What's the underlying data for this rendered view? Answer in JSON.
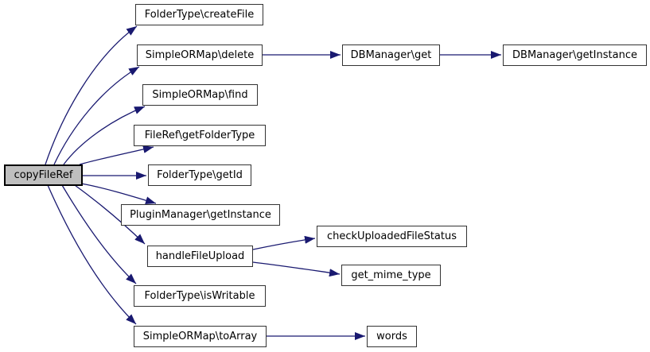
{
  "diagram": {
    "kind": "call-graph",
    "colors": {
      "background": "#ffffff",
      "edge": "#191970",
      "arrowhead": "#191970",
      "node_fill": "#ffffff",
      "node_border": "#333333",
      "root_fill": "#bfbfbf",
      "root_border": "#000000",
      "text": "#000000"
    },
    "root": "copyFileRef",
    "nodes": [
      {
        "id": "copyFileRef",
        "label": "copyFileRef",
        "root": true
      },
      {
        "id": "createFile",
        "label": "FolderType\\createFile"
      },
      {
        "id": "delete",
        "label": "SimpleORMap\\delete"
      },
      {
        "id": "dbGet",
        "label": "DBManager\\get"
      },
      {
        "id": "dbGetInstance",
        "label": "DBManager\\getInstance"
      },
      {
        "id": "find",
        "label": "SimpleORMap\\find"
      },
      {
        "id": "getFolderType",
        "label": "FileRef\\getFolderType"
      },
      {
        "id": "getId",
        "label": "FolderType\\getId"
      },
      {
        "id": "pluginGetInstance",
        "label": "PluginManager\\getInstance"
      },
      {
        "id": "handleFileUpload",
        "label": "handleFileUpload"
      },
      {
        "id": "checkUploadedFileStatus",
        "label": "checkUploadedFileStatus"
      },
      {
        "id": "getMimeType",
        "label": "get_mime_type"
      },
      {
        "id": "isWritable",
        "label": "FolderType\\isWritable"
      },
      {
        "id": "toArray",
        "label": "SimpleORMap\\toArray"
      },
      {
        "id": "words",
        "label": "words"
      }
    ],
    "edges": [
      {
        "from": "copyFileRef",
        "to": "createFile"
      },
      {
        "from": "copyFileRef",
        "to": "delete"
      },
      {
        "from": "copyFileRef",
        "to": "find"
      },
      {
        "from": "copyFileRef",
        "to": "getFolderType"
      },
      {
        "from": "copyFileRef",
        "to": "getId"
      },
      {
        "from": "copyFileRef",
        "to": "pluginGetInstance"
      },
      {
        "from": "copyFileRef",
        "to": "handleFileUpload"
      },
      {
        "from": "copyFileRef",
        "to": "isWritable"
      },
      {
        "from": "copyFileRef",
        "to": "toArray"
      },
      {
        "from": "delete",
        "to": "dbGet"
      },
      {
        "from": "dbGet",
        "to": "dbGetInstance"
      },
      {
        "from": "handleFileUpload",
        "to": "checkUploadedFileStatus"
      },
      {
        "from": "handleFileUpload",
        "to": "getMimeType"
      },
      {
        "from": "toArray",
        "to": "words"
      }
    ]
  }
}
